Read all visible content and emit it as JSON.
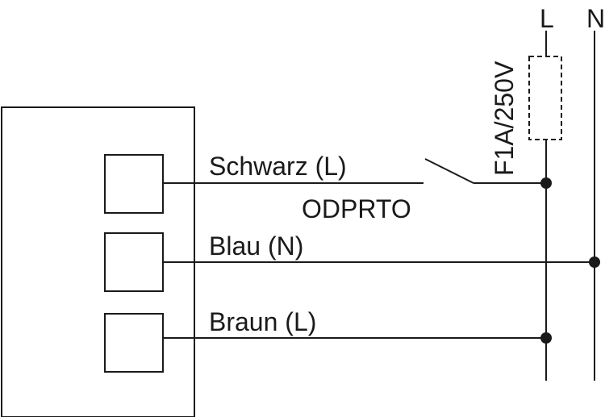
{
  "rails": {
    "live": "L",
    "neutral": "N"
  },
  "fuse": {
    "rating": "F1A/250V"
  },
  "wires": {
    "black": "Schwarz (L)",
    "blue": "Blau (N)",
    "brown": "Braun (L)"
  },
  "switch": {
    "label": "ODPRTO"
  },
  "colors": {
    "line": "#1a1a1a",
    "background": "#ffffff"
  }
}
